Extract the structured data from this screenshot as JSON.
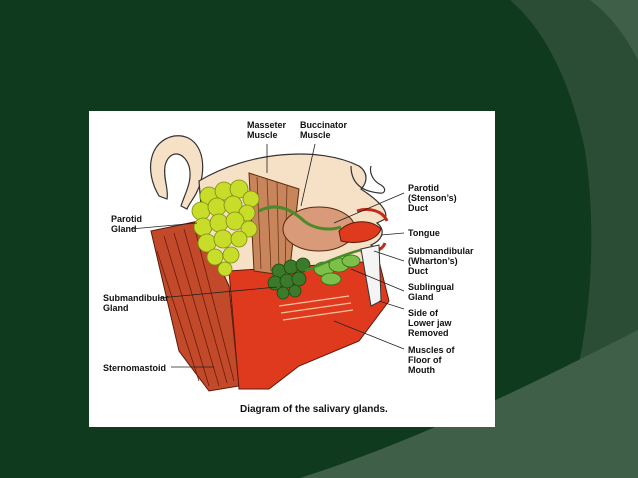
{
  "slide": {
    "colors": {
      "background": "#0f3a1e",
      "arc_light": "#3f5f48",
      "arc_mid": "#2c4d35"
    }
  },
  "diagram": {
    "caption": "Diagram of the salivary glands.",
    "labels": {
      "masseter": [
        "Masseter",
        "Muscle"
      ],
      "buccinator": [
        "Buccinator",
        "Muscle"
      ],
      "parotid_gland": [
        "Parotid",
        "Gland"
      ],
      "parotid_duct": [
        "Parotid",
        "(Stenson’s)",
        "Duct"
      ],
      "tongue": [
        "Tongue"
      ],
      "submandibular_duct": [
        "Submandibular",
        "(Wharton’s)",
        "Duct"
      ],
      "sublingual_gland": [
        "Sublingual",
        "Gland"
      ],
      "submandibular_gland": [
        "Submandibular",
        "Gland"
      ],
      "lower_jaw": [
        "Side of",
        "Lower jaw",
        "Removed"
      ],
      "sternomastoid": [
        "Sternomastoid"
      ],
      "floor_muscles": [
        "Muscles of",
        "Floor of",
        "Mouth"
      ]
    },
    "colors": {
      "gland": "#c8dc2a",
      "gland_dark": "#7a8c10",
      "muscle": "#c24a2a",
      "skin": "#f6e0c6",
      "red": "#e03a1e",
      "green": "#4a8a2a"
    }
  }
}
